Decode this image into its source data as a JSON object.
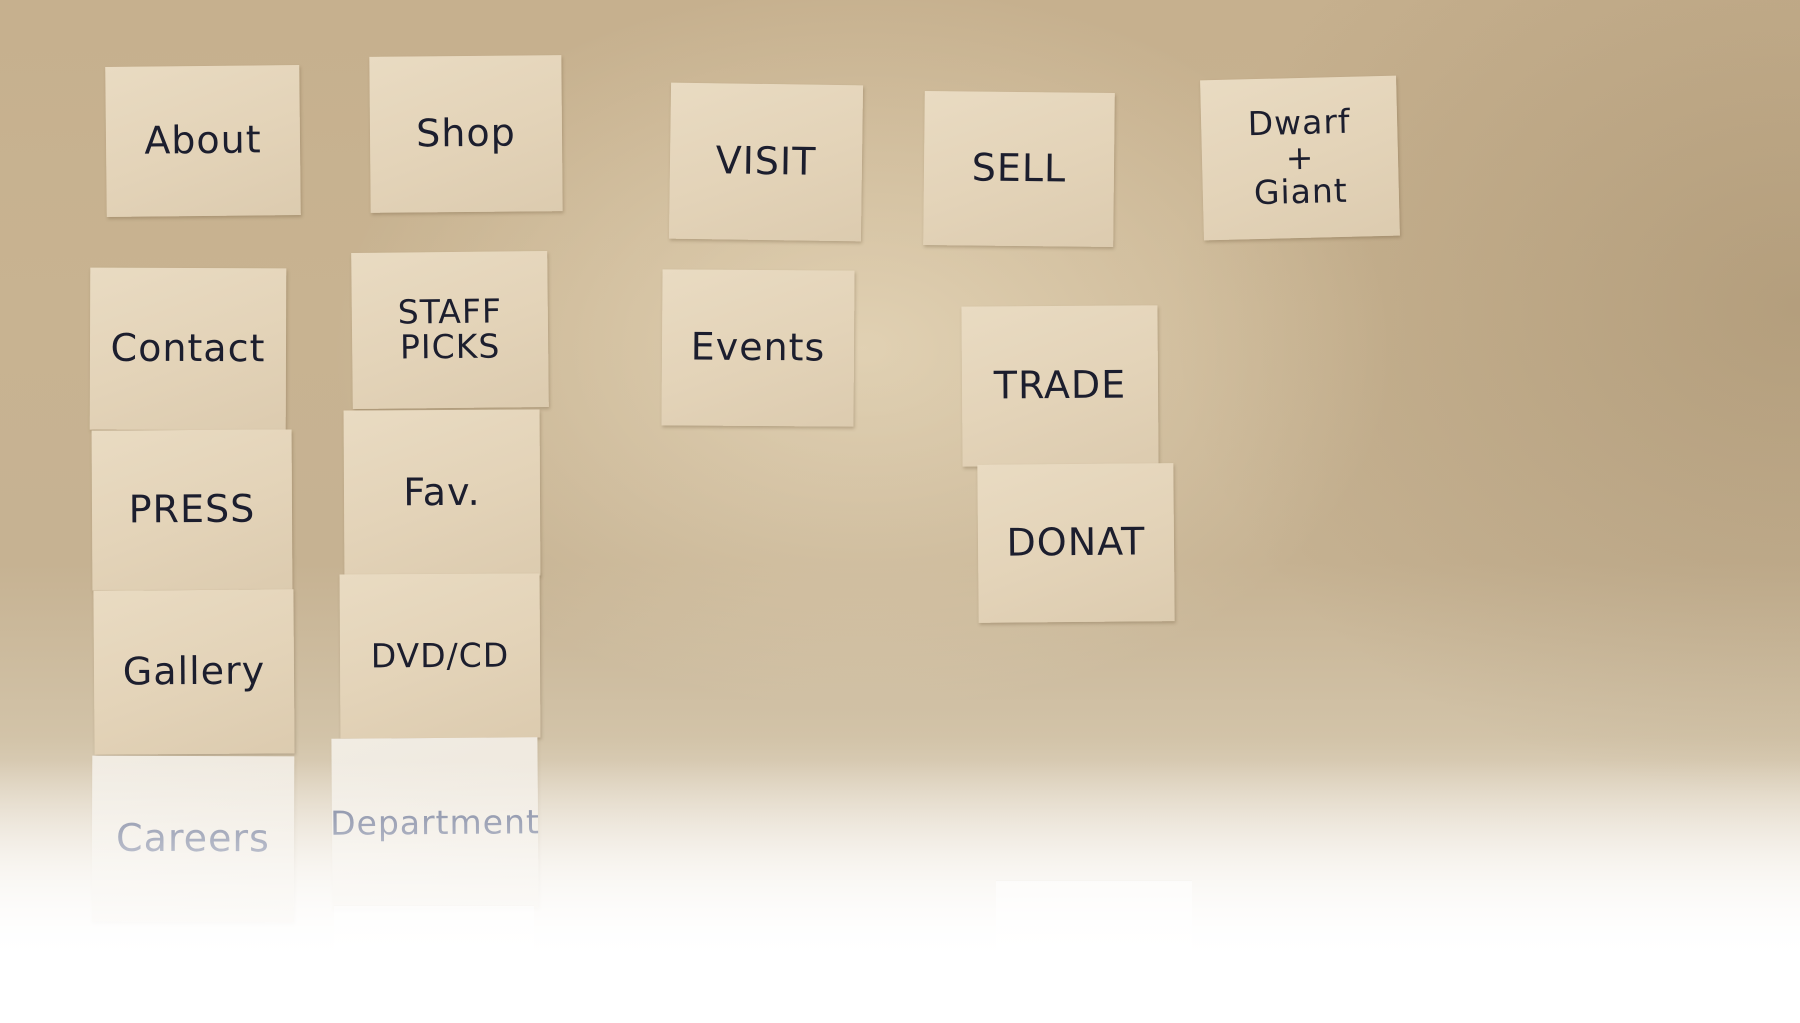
{
  "notes": [
    {
      "id": "about",
      "text": "About"
    },
    {
      "id": "shop",
      "text": "Shop"
    },
    {
      "id": "visit",
      "text": "VISIT"
    },
    {
      "id": "sell",
      "text": "SELL"
    },
    {
      "id": "dwarf-giant",
      "text": "Dwarf\n+\nGiant"
    },
    {
      "id": "contact",
      "text": "Contact"
    },
    {
      "id": "staff-picks",
      "text": "STAFF\nPICKS"
    },
    {
      "id": "events",
      "text": "Events"
    },
    {
      "id": "trade",
      "text": "TRADE"
    },
    {
      "id": "press",
      "text": "PRESS"
    },
    {
      "id": "fav",
      "text": "Fav."
    },
    {
      "id": "donat",
      "text": "DONAT"
    },
    {
      "id": "gallery",
      "text": "Gallery"
    },
    {
      "id": "dvd-cd",
      "text": "DVD/CD"
    },
    {
      "id": "careers",
      "text": "Careers"
    },
    {
      "id": "department",
      "text": "Department"
    }
  ]
}
